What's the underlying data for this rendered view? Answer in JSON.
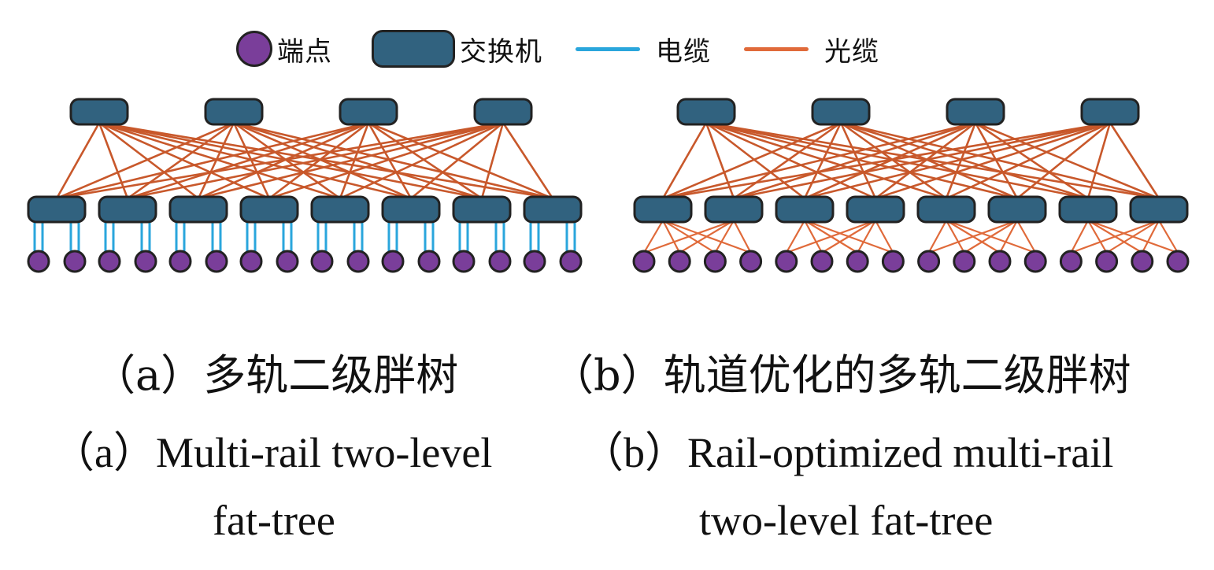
{
  "legend": {
    "items": [
      {
        "icon": "endpoint-icon",
        "label": "端点"
      },
      {
        "icon": "switch-icon",
        "label": "交换机"
      },
      {
        "icon": "electrical-cable-icon",
        "label": "电缆"
      },
      {
        "icon": "optical-cable-icon",
        "label": "光缆"
      }
    ]
  },
  "colors": {
    "endpoint_fill": "#7a3e9a",
    "switch_fill": "#31627f",
    "outline": "#222222",
    "electrical_cable": "#2aa6dc",
    "optical_cable": "#c8582b",
    "optical_cable_light": "#e06a3a"
  },
  "panels": [
    {
      "id": "a",
      "spine_switches": 4,
      "leaf_switches": 8,
      "endpoints": 16,
      "spine_to_leaf": "full-mesh-optical",
      "leaf_to_endpoint": "each leaf connects to 2 adjacent endpoints with 2 parallel electrical cables",
      "caption_zh": "（a）多轨二级胖树",
      "caption_en_line1": "（a）Multi-rail two-level",
      "caption_en_line2": "fat-tree"
    },
    {
      "id": "b",
      "spine_switches": 4,
      "leaf_switches": 8,
      "endpoints": 16,
      "spine_to_leaf": "full-mesh-optical",
      "leaf_to_endpoint": "each pair of leaves fully connected to 4 endpoints with optical cables",
      "caption_zh": "（b）轨道优化的多轨二级胖树",
      "caption_en_line1": "（b）Rail-optimized multi-rail",
      "caption_en_line2": "two-level fat-tree"
    }
  ]
}
